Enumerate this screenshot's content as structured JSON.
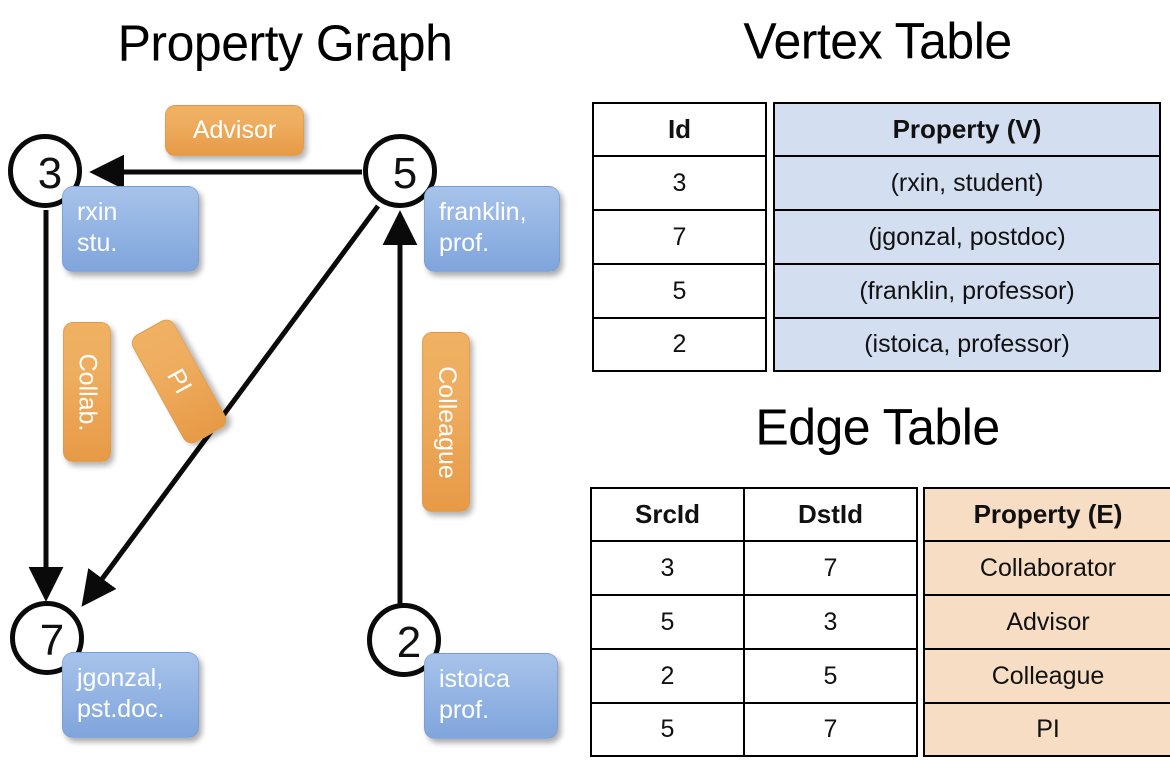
{
  "titles": {
    "property_graph": "Property Graph",
    "vertex_table": "Vertex Table",
    "edge_table": "Edge Table"
  },
  "graph": {
    "nodes": [
      {
        "id": "3",
        "property_lines": [
          "rxin",
          "stu."
        ]
      },
      {
        "id": "5",
        "property_lines": [
          "franklin,",
          "prof."
        ]
      },
      {
        "id": "7",
        "property_lines": [
          "jgonzal,",
          "pst.doc."
        ]
      },
      {
        "id": "2",
        "property_lines": [
          "istoica",
          "prof."
        ]
      }
    ],
    "edge_labels": [
      {
        "label": "Advisor",
        "from": "5",
        "to": "3"
      },
      {
        "label": "Collab.",
        "from": "3",
        "to": "7"
      },
      {
        "label": "PI",
        "from": "5",
        "to": "7"
      },
      {
        "label": "Colleague",
        "from": "2",
        "to": "5"
      }
    ]
  },
  "vertex_table": {
    "headers": [
      "Id",
      "Property (V)"
    ],
    "rows": [
      {
        "id": "3",
        "property": "(rxin, student)"
      },
      {
        "id": "7",
        "property": "(jgonzal, postdoc)"
      },
      {
        "id": "5",
        "property": "(franklin, professor)"
      },
      {
        "id": "2",
        "property": "(istoica, professor)"
      }
    ]
  },
  "edge_table": {
    "headers": [
      "SrcId",
      "DstId",
      "Property (E)"
    ],
    "rows": [
      {
        "src": "3",
        "dst": "7",
        "property": "Collaborator"
      },
      {
        "src": "5",
        "dst": "3",
        "property": "Advisor"
      },
      {
        "src": "2",
        "dst": "5",
        "property": "Colleague"
      },
      {
        "src": "5",
        "dst": "7",
        "property": "PI"
      }
    ]
  },
  "colors": {
    "vertex_property_fill": "#d3def0",
    "edge_property_fill": "#f6ddc3",
    "node_box_blue": "#95b5e4",
    "edge_label_orange": "#eeac5e",
    "stroke": "#000000",
    "background": "#ffffff"
  }
}
